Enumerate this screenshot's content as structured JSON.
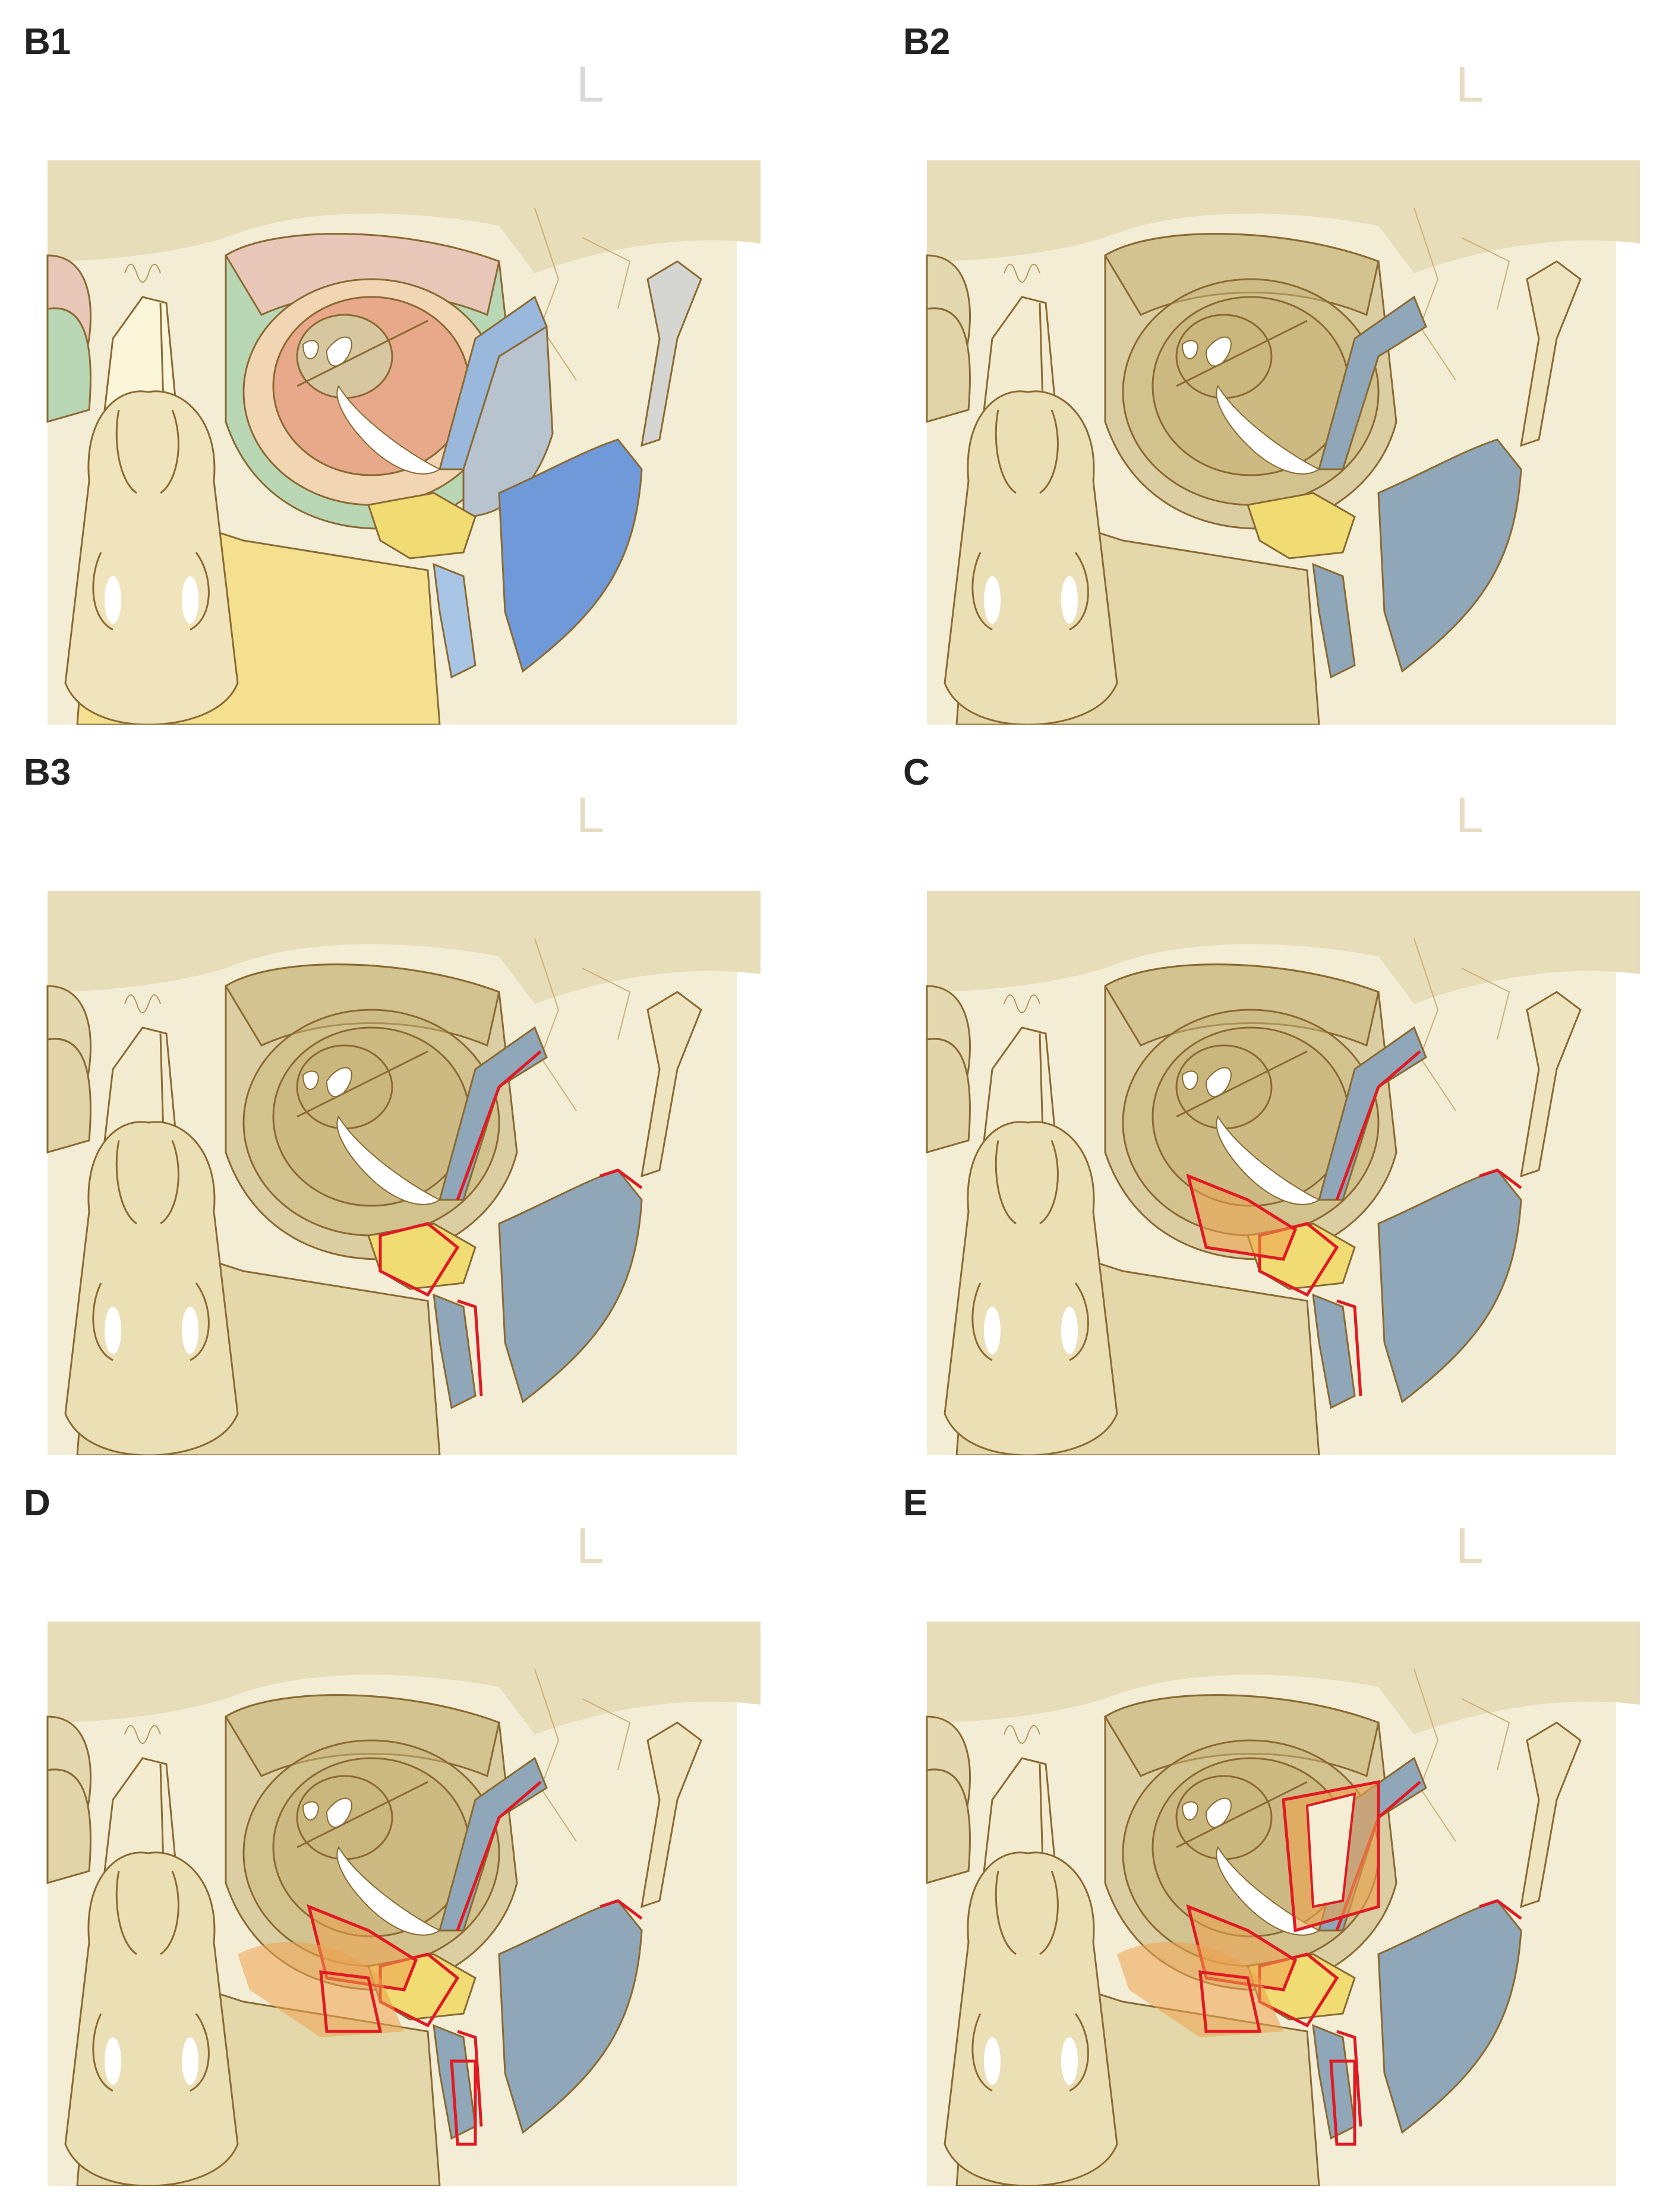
{
  "panels": [
    {
      "id": "B1",
      "label": "B1",
      "side": "L",
      "colored": true,
      "fractures": "none"
    },
    {
      "id": "B2",
      "label": "B2",
      "side": "L",
      "colored": false,
      "fractures": "none"
    },
    {
      "id": "B3",
      "label": "B3",
      "side": "L",
      "colored": false,
      "fractures": "lateral"
    },
    {
      "id": "C",
      "label": "C",
      "side": "L",
      "colored": false,
      "fractures": "lateral-floor"
    },
    {
      "id": "D",
      "label": "D",
      "side": "L",
      "colored": false,
      "fractures": "lateral-floor-maxilla"
    },
    {
      "id": "E",
      "label": "E",
      "side": "L",
      "colored": false,
      "fractures": "extended"
    }
  ],
  "colors": {
    "bone": "#ece3c4",
    "bone_dark": "#cdbd8c",
    "orbit_wall": "#c8b57a",
    "outline": "#8a6a32",
    "zygoma_blue": "#8fa7b8",
    "maxilla_yellow": "#f0dc72",
    "injury_orange": "#eda24f",
    "fracture_red": "#e01a22",
    "b1_frontal": "#e9c7b8",
    "b1_green": "#b9d7b4",
    "b1_blue": "#6f99d8",
    "b1_yellow": "#f4e08f",
    "b1_orbit_core": "#e8a98a"
  }
}
